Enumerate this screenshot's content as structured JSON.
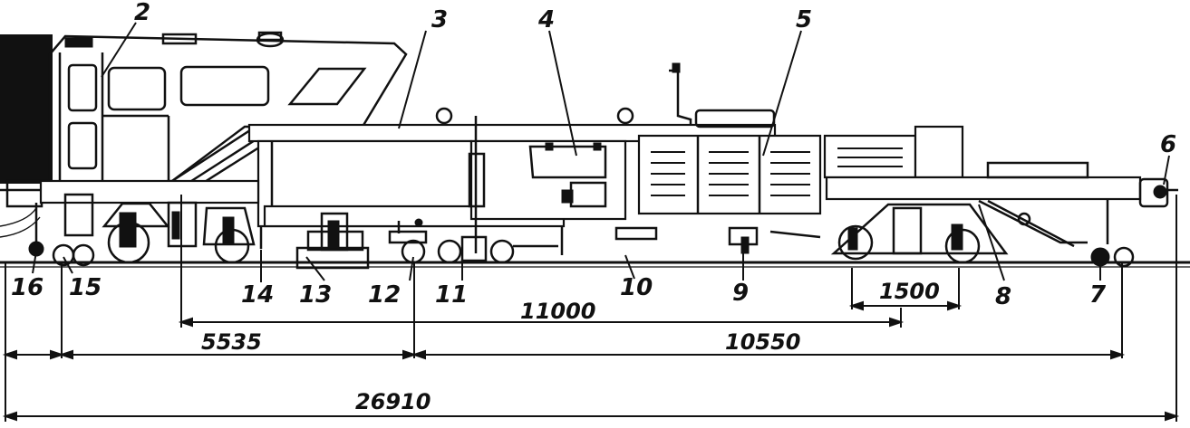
{
  "callouts": {
    "c1": "2",
    "c2": "3",
    "c3": "4",
    "c4": "5",
    "c5": "6",
    "c6": "16",
    "c7": "15",
    "c8": "14",
    "c9": "13",
    "c10": "12",
    "c11": "11",
    "c12": "10",
    "c13": "9",
    "c14": "8",
    "c15": "7"
  },
  "dimensions": {
    "d1": "1500",
    "d2": "11000",
    "d3": "5535",
    "d4": "10550",
    "d5": "26910"
  }
}
